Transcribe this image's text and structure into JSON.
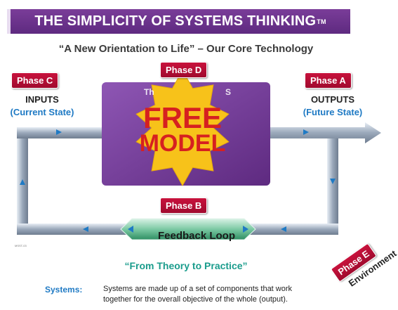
{
  "header": {
    "title": "THE SIMPLICITY OF SYSTEMS THINKING",
    "trademark": "TM",
    "subtitle": "“A New Orientation to Life” – Our Core Technology"
  },
  "phases": {
    "a": "Phase A",
    "b": "Phase B",
    "c": "Phase C",
    "d": "Phase D",
    "e": "Phase E"
  },
  "labels": {
    "inputs": "INPUTS",
    "inputs_state": "(Current State)",
    "outputs": "OUTPUTS",
    "outputs_state": "(Future State)",
    "feedback": "Feedback Loop",
    "environment": "Environment",
    "theory": "“From Theory to Practice”",
    "box_partial_left": "Th",
    "box_partial_right": "S",
    "model_code": "MSST-03"
  },
  "burst": {
    "line1": "FREE",
    "line2": "MODEL"
  },
  "definition": {
    "term": "Systems:",
    "text": "Systems are made up of a set of components that work together for the overall objective of the whole (output)."
  },
  "colors": {
    "banner": "#6a3290",
    "phase_badge": "#b80f35",
    "system_box": "#7c44a3",
    "burst_fill": "#f7c21a",
    "burst_text": "#d62020",
    "state_text": "#1f7ac4",
    "theory_text": "#1a9c8c",
    "feedback_box": "#3aa57a",
    "pipe": "#aab6c6"
  }
}
